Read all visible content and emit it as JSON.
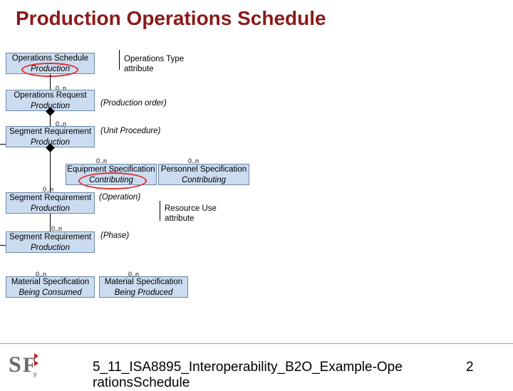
{
  "title": "Production Operations Schedule",
  "boxes": {
    "ops_schedule": {
      "line1": "Operations Schedule",
      "line2": "Production"
    },
    "ops_request": {
      "line1": "Operations Request",
      "line2": "Production"
    },
    "seg_req_1": {
      "line1": "Segment Requirement",
      "line2": "Production"
    },
    "equip_spec": {
      "line1": "Equipment Specification",
      "line2": "Contributing"
    },
    "personnel_spec": {
      "line1": "Personnel Specification",
      "line2": "Contributing"
    },
    "seg_req_2": {
      "line1": "Segment Requirement",
      "line2": "Production"
    },
    "seg_req_3": {
      "line1": "Segment Requirement",
      "line2": "Production"
    },
    "mat_consumed": {
      "line1": "Material Specification",
      "line2": "Being Consumed"
    },
    "mat_produced": {
      "line1": "Material Specification",
      "line2": "Being Produced"
    }
  },
  "notes": {
    "ops_type": "Operations Type\nattribute",
    "production_order": "(Production order)",
    "unit_procedure": "(Unit Procedure)",
    "operation": "(Operation)",
    "resource_use": "Resource Use\nattribute",
    "phase": "(Phase)"
  },
  "connector_glyph": "0..n",
  "footer": {
    "text": "5_11_ISA8895_Interoperability_B2O_Example-OperationsSchedule",
    "page": "2"
  },
  "colors": {
    "title": "#8b1a1a",
    "box_fill": "#ccdcf0",
    "highlight": "#e03030"
  }
}
